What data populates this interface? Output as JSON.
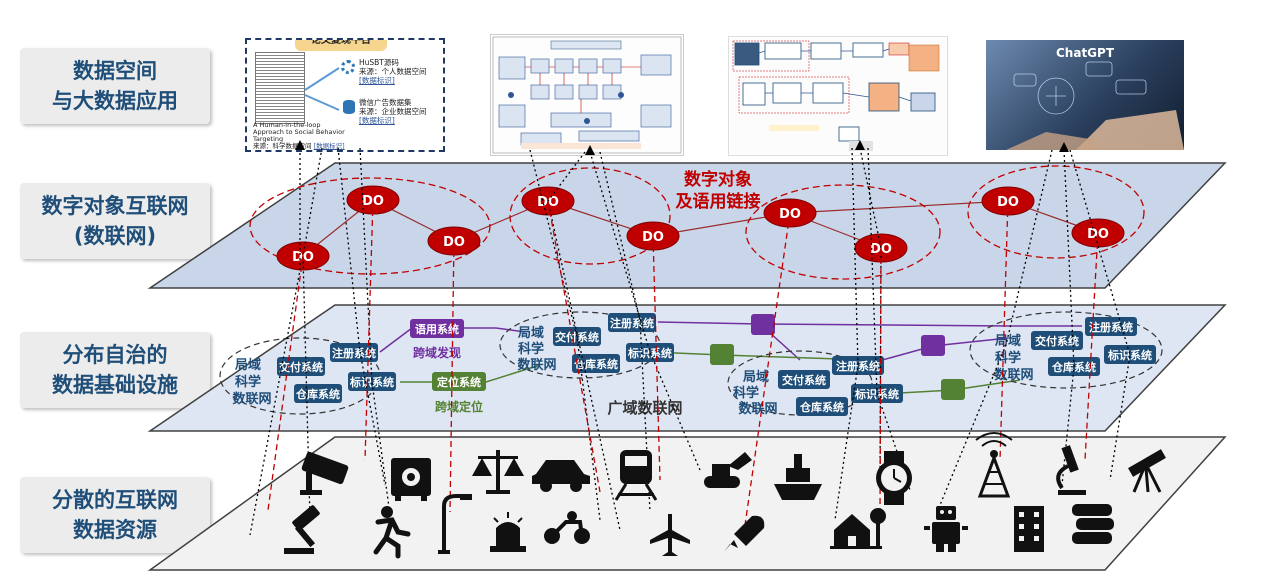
{
  "layer_labels": {
    "top": "数据空间\n与大数据应用",
    "do_internet": "数字对象互联网\n(数联网)",
    "infra": "分布自治的\n数据基础设施",
    "resources": "分散的互联网\n数据资源"
  },
  "paper_panel": {
    "title": "论文复现平台",
    "paper_title_1": "A Human-in-the-loop",
    "paper_title_2": "Approach to Social Behavior",
    "paper_title_3": "Targeting",
    "paper_source_prefix": "来源：科学数据空间",
    "paper_tag": "[数据标识]",
    "item1_name": "HuSBT源码",
    "item1_source": "来源：个人数据空间",
    "item1_tag": "[数据标识]",
    "item2_name": "微信广告数据集",
    "item2_source": "来源：企业数据空间",
    "item2_tag": "[数据标识]"
  },
  "chatgpt_label": "ChatGPT",
  "do_layer": {
    "node_label": "DO",
    "annotation_line1": "数字对象",
    "annotation_line2": "及语用链接"
  },
  "infra_layer": {
    "local_net": [
      "局域",
      "科学",
      "数联网"
    ],
    "delivery": "交付系统",
    "register": "注册系统",
    "warehouse": "仓库系统",
    "identifier": "标识系统",
    "pragmatic": "语用系统",
    "locating": "定位系统",
    "cross_discovery": "跨域发现",
    "cross_locating": "跨域定位",
    "wide_area": "广域数联网"
  },
  "resource_icons": {
    "row1": [
      "camera-icon",
      "safe-icon",
      "scales-icon",
      "car-icon",
      "train-icon",
      "excavator-icon",
      "ship-icon",
      "watch-icon",
      "tower-icon",
      "microscope-icon",
      "telescope-icon"
    ],
    "row2": [
      "gavel-icon",
      "runner-icon",
      "streetlight-icon",
      "alarm-icon",
      "motorcycle-icon",
      "airplane-icon",
      "rocket-icon",
      "house-icon",
      "robot-icon",
      "building-icon",
      "books-icon"
    ]
  },
  "colors": {
    "label_text": "#1f4e79",
    "do_node": "#c00000",
    "do_plane": "#c9d6ea",
    "infra_plane": "#dfe6f3",
    "resource_plane": "#f2f2f2",
    "system_box": "#1f4e79",
    "pragmatic_box": "#7030a0",
    "locating_box": "#548235",
    "annotation_red": "#c00000"
  }
}
